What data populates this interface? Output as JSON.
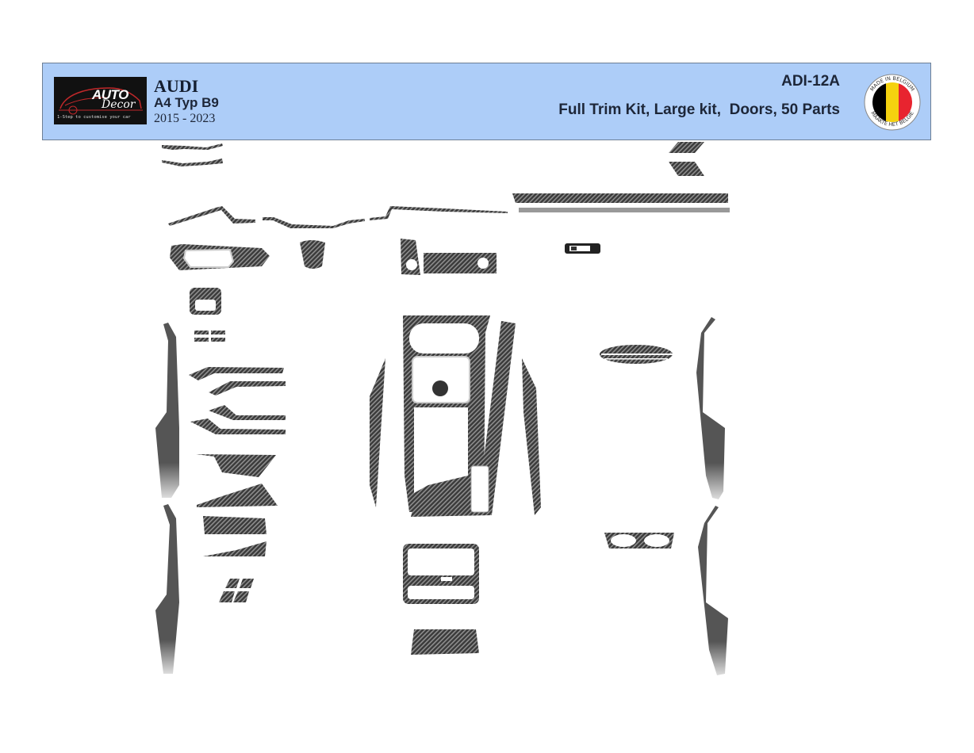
{
  "header": {
    "logo": {
      "brand_top": "AUTO",
      "brand_bottom": "Decor",
      "tagline": "1-Step to customise your car"
    },
    "make": "AUDI",
    "model": "A4 Typ B9",
    "years": "2015 - 2023",
    "product_code": "ADI-12A",
    "description": "Full Trim Kit, Large kit,  Doors, 50 Parts",
    "origin_badge": {
      "top_text": "MADE IN BELGIUM",
      "bottom_text": "MAAKTE HET BELGIE",
      "flag_colors": [
        "#000000",
        "#f5d20f",
        "#e8242f"
      ]
    }
  },
  "parts_layout": {
    "material": "carbon-fiber",
    "part_count": 50,
    "colors": {
      "carbon_dark": "#2a2a2a",
      "carbon_light": "#8a8a8a",
      "cutout": "#ffffff"
    }
  }
}
